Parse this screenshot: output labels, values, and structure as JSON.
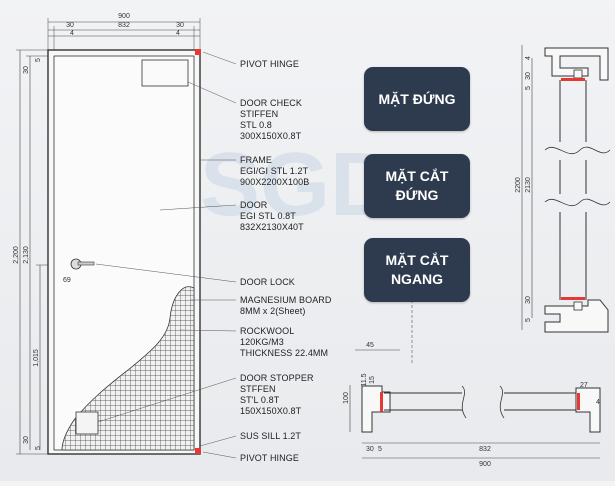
{
  "front_view": {
    "dimensions": {
      "overall_width": "900",
      "inner_width": "832",
      "frame_left": "30",
      "frame_right": "30",
      "gap_left": "4",
      "gap_right": "4",
      "overall_height": "2,200",
      "door_height": "2,130",
      "lock_height": "1,015",
      "top_frame": "30",
      "top_gap": "5",
      "bottom_frame": "30",
      "bottom_gap": "5",
      "lock_offset": "69"
    },
    "callouts": [
      {
        "id": "pivot-hinge-top",
        "lines": [
          "PIVOT HINGE"
        ]
      },
      {
        "id": "door-check",
        "lines": [
          "DOOR CHECK",
          "STIFFEN",
          "STL 0.8",
          "300X150X0.8T"
        ]
      },
      {
        "id": "frame",
        "lines": [
          "FRAME",
          "EGI/GI STL 1.2T",
          "900X2200X100B"
        ]
      },
      {
        "id": "door",
        "lines": [
          "DOOR",
          "EGI STL 0.8T",
          "832X2130X40T"
        ]
      },
      {
        "id": "door-lock",
        "lines": [
          "DOOR LOCK"
        ]
      },
      {
        "id": "magnesium-board",
        "lines": [
          "MAGNESIUM BOARD",
          "8MM x 2(Sheet)"
        ]
      },
      {
        "id": "rockwool",
        "lines": [
          "ROCKWOOL",
          "120KG/M3",
          "THICKNESS 22.4MM"
        ]
      },
      {
        "id": "door-stopper",
        "lines": [
          "DOOR STOPPER",
          "STFFEN",
          "ST'L 0.8T",
          "150X150X0.8T"
        ]
      },
      {
        "id": "sus-sill",
        "lines": [
          "SUS SILL 1.2T"
        ]
      },
      {
        "id": "pivot-hinge-bottom",
        "lines": [
          "PIVOT HINGE"
        ]
      }
    ]
  },
  "badges": {
    "elevation": [
      "MẶT ĐỨNG"
    ],
    "vertical_section": [
      "MẶT CẮT",
      "ĐỨNG"
    ],
    "horizontal_section": [
      "MẶT CẮT",
      "NGANG"
    ]
  },
  "vertical_section": {
    "top_labels": [
      "4",
      "30",
      "5"
    ],
    "height_labels": [
      "2200",
      "2130"
    ],
    "bottom_labels": [
      "30",
      "5"
    ]
  },
  "horizontal_section": {
    "labels": {
      "dim_45": "45",
      "dim_100": "100",
      "dim_11_5": "11.5",
      "dim_15": "15",
      "dim_27": "27",
      "dim_4": "4",
      "bottom_30": "30",
      "bottom_5": "5",
      "bottom_832": "832",
      "bottom_900": "900"
    }
  },
  "watermark": "SGD"
}
